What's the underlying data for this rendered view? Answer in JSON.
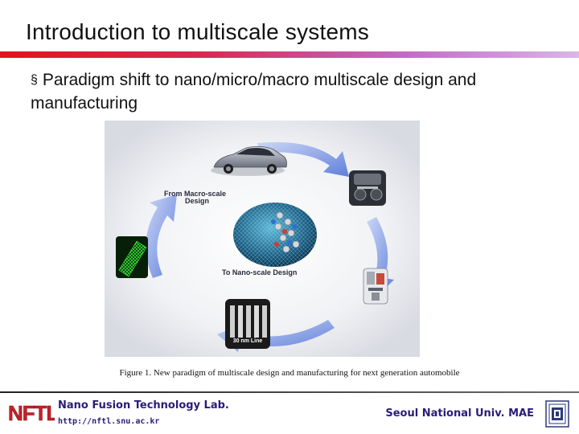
{
  "slide": {
    "title": "Introduction to multiscale systems",
    "bullet_symbol": "§",
    "bullet_text": "Paradigm shift to nano/micro/macro multiscale design and manufacturing"
  },
  "figure": {
    "label_from_line1": "From  Macro-scale",
    "label_from_line2": "Design",
    "label_to": "To Nano-scale Design",
    "label_scale": "30 nm Line",
    "caption": "Figure 1. New paradigm of multiscale design and manufacturing for next generation automobile"
  },
  "footer": {
    "logo_text": "NFTL",
    "lab_name": "Nano Fusion Technology Lab.",
    "lab_url": "http://nftl.snu.ac.kr",
    "university": "Seoul National Univ. MAE"
  },
  "colors": {
    "title_rule_start": "#e0141e",
    "title_rule_end": "#d9b7e6",
    "footer_text": "#2a1c7a",
    "arrow_blue": "#6f8fe0"
  }
}
